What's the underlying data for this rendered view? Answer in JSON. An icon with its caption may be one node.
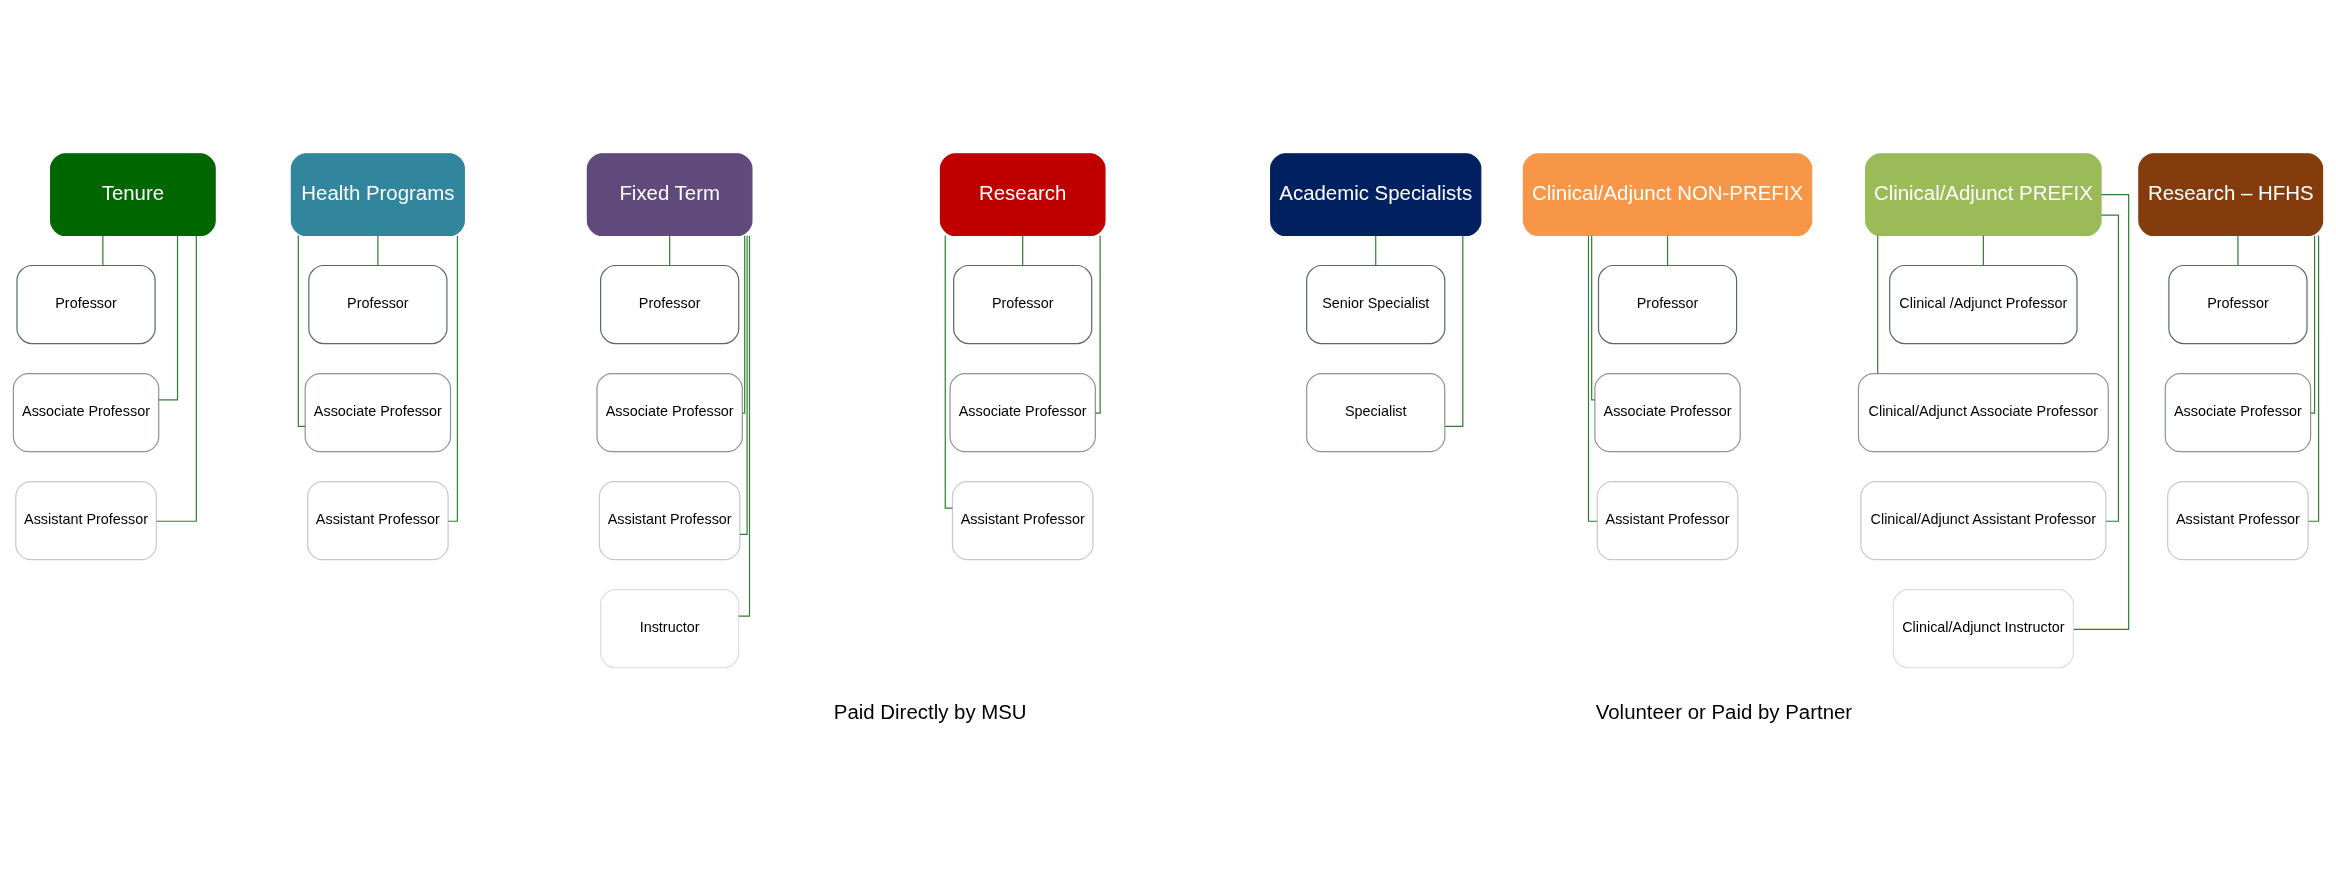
{
  "diagram": {
    "nodes": [
      {
        "text": [
          "Tenure"
        ]
      },
      {
        "text": [
          "Professor"
        ]
      },
      {
        "text": [
          "Associate Professor"
        ]
      },
      {
        "text": [
          "Assistant Professor"
        ]
      },
      {
        "text": [
          "Health Programs"
        ]
      },
      {
        "text": [
          "Professor"
        ]
      },
      {
        "text": [
          "Associate Professor"
        ]
      },
      {
        "text": [
          "Assistant Professor"
        ]
      },
      {
        "text": [
          "Fixed Term"
        ]
      },
      {
        "text": [
          "Professor"
        ]
      },
      {
        "text": [
          "Associate Professor"
        ]
      },
      {
        "text": [
          "Assistant Professor"
        ]
      },
      {
        "text": [
          "Instructor"
        ]
      },
      {
        "text": [
          "Research"
        ]
      },
      {
        "text": [
          "Professor"
        ]
      },
      {
        "text": [
          "Associate Professor"
        ]
      },
      {
        "text": [
          "Assistant Professor"
        ]
      },
      {
        "text": [
          "Academic Specialists"
        ]
      },
      {
        "text": [
          "Senior Specialist"
        ]
      },
      {
        "text": [
          "Specialist"
        ]
      },
      {
        "text": [
          "Clinical/Adjunct NON-PREFIX"
        ]
      },
      {
        "text": [
          "Professor"
        ]
      },
      {
        "text": [
          "Associate Professor"
        ]
      },
      {
        "text": [
          "Assistant Professor"
        ]
      },
      {
        "text": [
          "Clinical/Adjunct PREFIX"
        ]
      },
      {
        "text": [
          "Clinical /Adjunct Professor"
        ]
      },
      {
        "text": [
          "Clinical/Adjunct Associate Professor"
        ]
      },
      {
        "text": [
          "Clinical/Adjunct Assistant Professor"
        ]
      },
      {
        "text": [
          "Clinical/Adjunct Instructor"
        ]
      },
      {
        "text": [
          "Research – HFHS"
        ]
      },
      {
        "text": [
          "Professor"
        ]
      },
      {
        "text": [
          "Associate Professor"
        ]
      },
      {
        "text": [
          "Assistant Professor"
        ]
      }
    ],
    "edges": [
      {
        "from": 0,
        "to": 1,
        "arrow": "none"
      },
      {
        "from": 0,
        "to": 2,
        "arrow": "none"
      },
      {
        "from": 0,
        "to": 3,
        "arrow": "none"
      },
      {
        "from": 4,
        "to": 5,
        "arrow": "none"
      },
      {
        "from": 4,
        "to": 6,
        "arrow": "none"
      },
      {
        "from": 4,
        "to": 7,
        "arrow": "none"
      },
      {
        "from": 8,
        "to": 9,
        "arrow": "none"
      },
      {
        "from": 8,
        "to": 10,
        "arrow": "none"
      },
      {
        "from": 8,
        "to": 11,
        "arrow": "none"
      },
      {
        "from": 8,
        "to": 12,
        "arrow": "none"
      },
      {
        "from": 13,
        "to": 14,
        "arrow": "none"
      },
      {
        "from": 13,
        "to": 15,
        "arrow": "none"
      },
      {
        "from": 13,
        "to": 16,
        "arrow": "none"
      },
      {
        "from": 17,
        "to": 18,
        "arrow": "none"
      },
      {
        "from": 17,
        "to": 19,
        "arrow": "none"
      },
      {
        "from": 20,
        "to": 21,
        "arrow": "none"
      },
      {
        "from": 20,
        "to": 22,
        "arrow": "none"
      },
      {
        "from": 20,
        "to": 23,
        "arrow": "none"
      },
      {
        "from": 24,
        "to": 25,
        "arrow": "none"
      },
      {
        "from": 24,
        "to": 26,
        "arrow": "none"
      },
      {
        "from": 24,
        "to": 27,
        "arrow": "none"
      },
      {
        "from": 24,
        "to": 28,
        "arrow": "none"
      },
      {
        "from": 29,
        "to": 30,
        "arrow": "none"
      },
      {
        "from": 29,
        "to": 31,
        "arrow": "none"
      },
      {
        "from": 29,
        "to": 32,
        "arrow": "none"
      }
    ],
    "labels": [
      "Paid Directly by MSU",
      "Volunteer or Paid by Partner"
    ]
  }
}
